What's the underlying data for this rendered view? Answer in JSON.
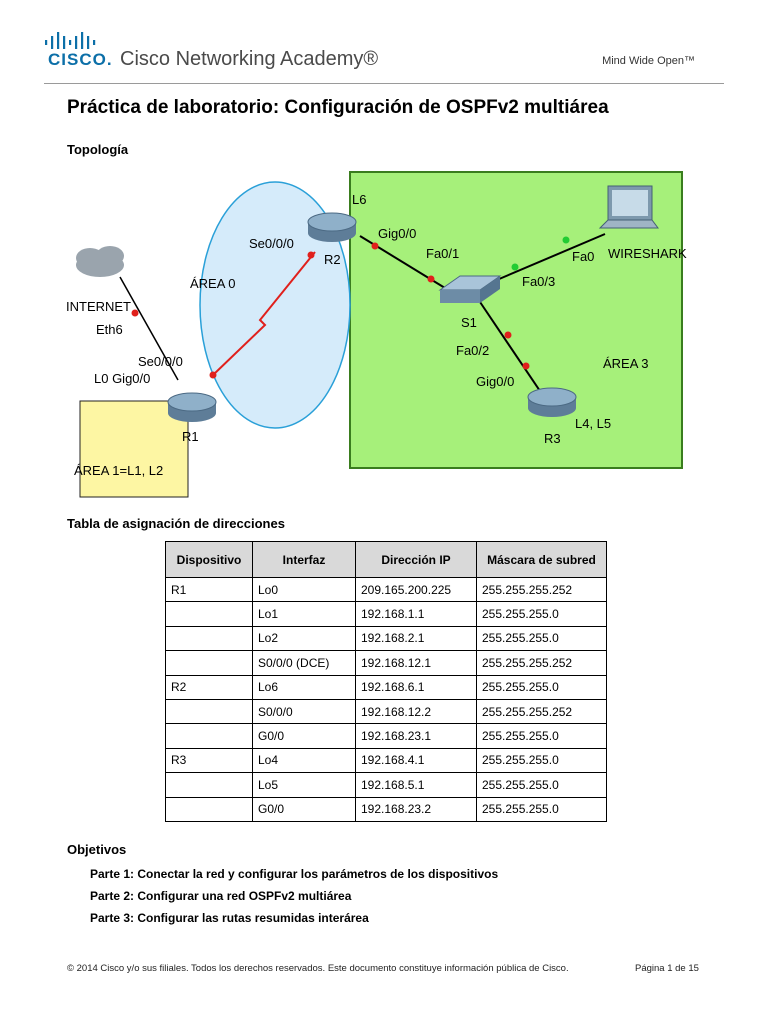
{
  "header": {
    "brand_word": "CISCO.",
    "academy": "Cisco Networking Academy®",
    "tagline": "Mind Wide Open™",
    "brand_color": "#0c6fa8"
  },
  "title": "Práctica de laboratorio: Configuración de OSPFv2 multiárea",
  "topology": {
    "heading": "Topología",
    "labels": {
      "l6": "L6",
      "se000_r2": "Se0/0/0",
      "r2": "R2",
      "gig00_r2": "Gig0/0",
      "fa01": "Fa0/1",
      "fa0": "Fa0",
      "wireshark": "WIRESHARK",
      "fa03": "Fa0/3",
      "area0": "ÁREA 0",
      "internet": "INTERNET",
      "eth6": "Eth6",
      "se000_r1": "Se0/0/0",
      "l0gig00": "L0 Gig0/0",
      "s1": "S1",
      "fa02": "Fa0/2",
      "area3": "ÁREA 3",
      "gig00_r3": "Gig0/0",
      "l4l5": "L4, L5",
      "r3": "R3",
      "r1": "R1",
      "area1": "ÁREA 1=L1, L2"
    },
    "colors": {
      "area0_fill": "#d5ebfa",
      "area3_fill": "#a6f07a",
      "area1_fill": "#fdf6a3",
      "link_red": "#e0201c"
    }
  },
  "addressing": {
    "heading": "Tabla de asignación de direcciones",
    "columns": [
      "Dispositivo",
      "Interfaz",
      "Dirección IP",
      "Máscara de subred"
    ],
    "rows": [
      [
        "R1",
        "Lo0",
        "209.165.200.225",
        "255.255.255.252"
      ],
      [
        "",
        "Lo1",
        "192.168.1.1",
        "255.255.255.0"
      ],
      [
        "",
        "Lo2",
        "192.168.2.1",
        "255.255.255.0"
      ],
      [
        "",
        "S0/0/0 (DCE)",
        "192.168.12.1",
        "255.255.255.252"
      ],
      [
        "R2",
        "Lo6",
        "192.168.6.1",
        "255.255.255.0"
      ],
      [
        "",
        "S0/0/0",
        "192.168.12.2",
        "255.255.255.252"
      ],
      [
        "",
        "G0/0",
        "192.168.23.1",
        "255.255.255.0"
      ],
      [
        "R3",
        "Lo4",
        "192.168.4.1",
        "255.255.255.0"
      ],
      [
        "",
        "Lo5",
        "192.168.5.1",
        "255.255.255.0"
      ],
      [
        "",
        "G0/0",
        "192.168.23.2",
        "255.255.255.0"
      ]
    ]
  },
  "objectives": {
    "heading": "Objetivos",
    "items": [
      "Parte 1: Conectar la red y configurar los parámetros de los dispositivos",
      "Parte 2: Configurar una red OSPFv2 multiárea",
      "Parte 3: Configurar las rutas resumidas interárea"
    ]
  },
  "footer": {
    "copyright": "© 2014 Cisco y/o sus filiales. Todos los derechos reservados. Este documento constituye información pública de Cisco.",
    "page": "Página 1 de 15"
  }
}
